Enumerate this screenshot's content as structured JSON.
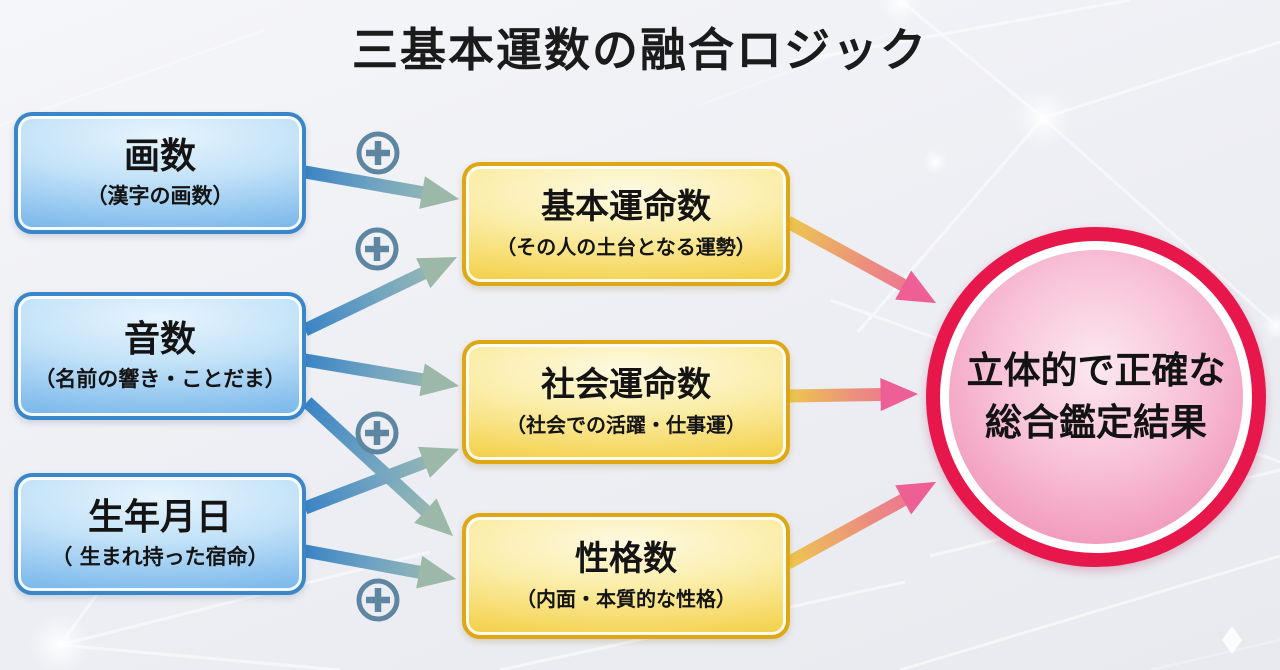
{
  "title": "三基本運数の融合ロジック",
  "sources": [
    {
      "label": "画数",
      "sublabel": "（漢字の画数）"
    },
    {
      "label": "音数",
      "sublabel": "（名前の響き・ことだま）"
    },
    {
      "label": "生年月日",
      "sublabel": "（ 生まれ持った宿命）"
    }
  ],
  "derived": [
    {
      "label": "基本運命数",
      "sublabel": "（その人の土台となる運勢）"
    },
    {
      "label": "社会運命数",
      "sublabel": "（社会での活躍・仕事運）"
    },
    {
      "label": "性格数",
      "sublabel": "（内面・本質的な性格）"
    }
  ],
  "result": {
    "line1": "立体的で正確な",
    "line2": "総合鑑定結果"
  },
  "icons": {
    "plus": "plus-circle-icon"
  },
  "colors": {
    "source_border": "#3a86c8",
    "derived_border": "#dfa713",
    "result_border": "#e8174b",
    "plus_icon": "#5e86a1",
    "arrow_blue_start": "#3b84c6",
    "arrow_blue_end": "#a5bfab",
    "arrow_gold_start": "#edc84e",
    "arrow_pink_end": "#ec6b9b"
  }
}
